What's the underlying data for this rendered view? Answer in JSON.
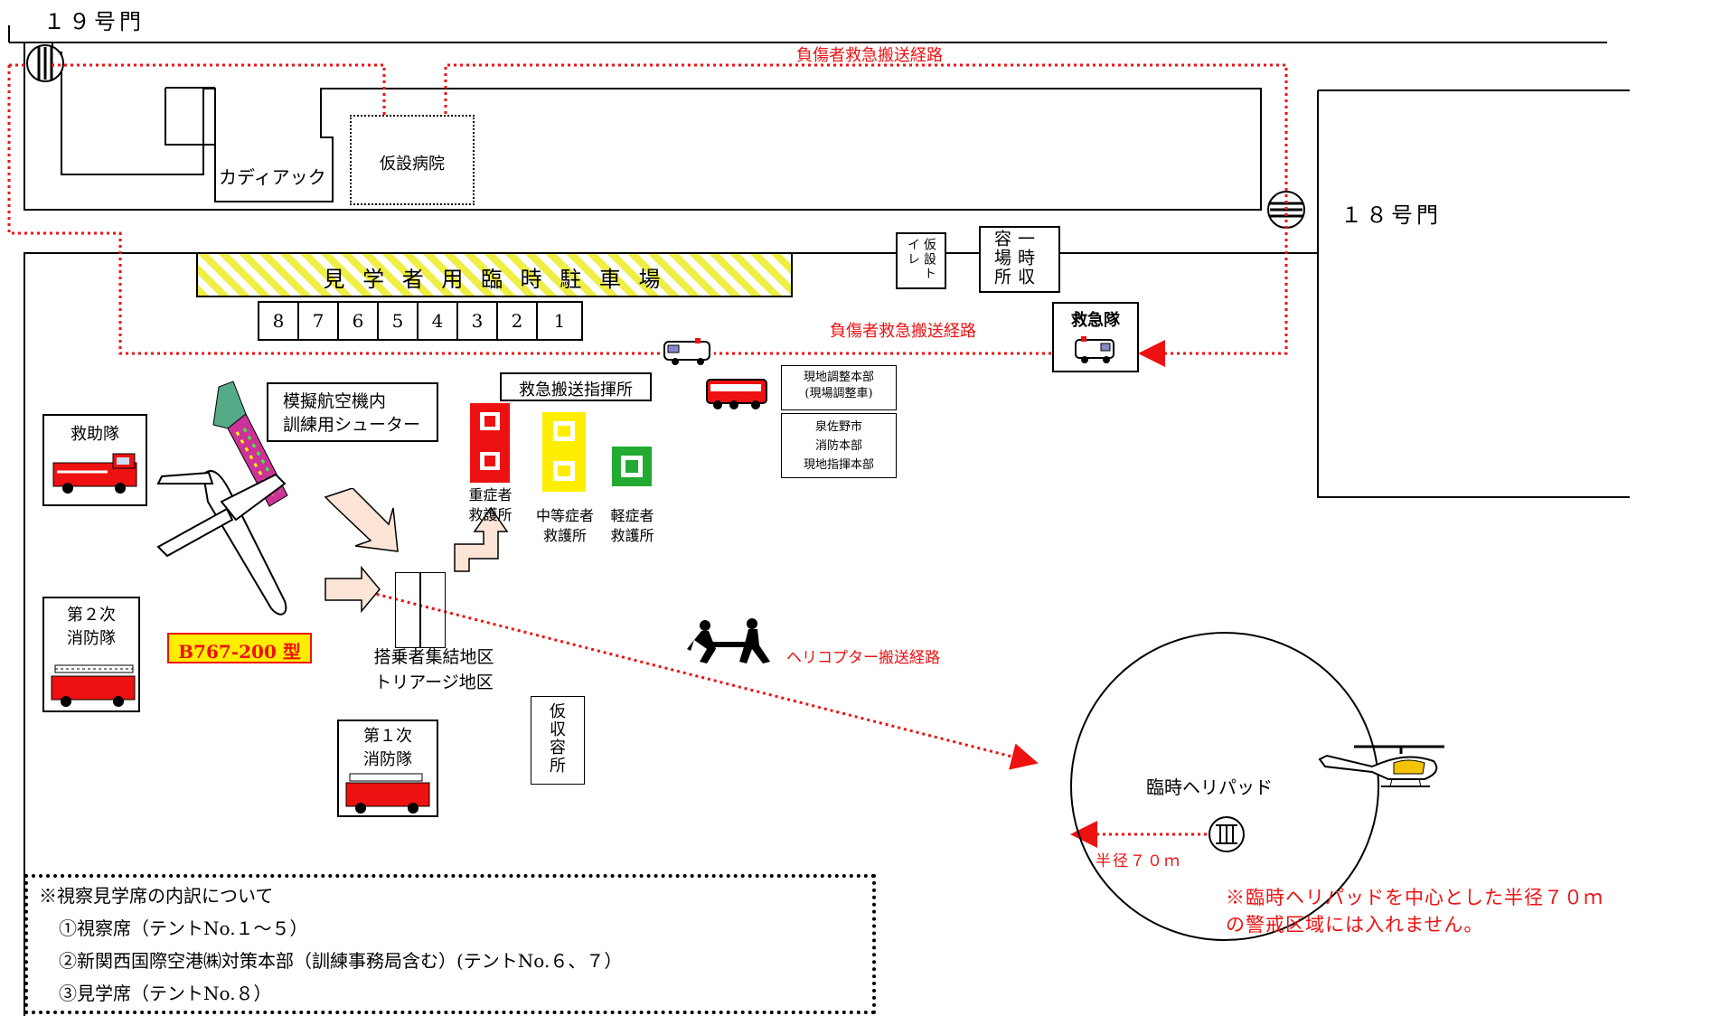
{
  "gates": {
    "gate19": "１９号門",
    "gate18": "１８号門"
  },
  "routes": {
    "ambulance_top": "負傷者救急搬送経路",
    "ambulance_mid": "負傷者救急搬送経路",
    "helicopter": "ヘリコプター搬送経路"
  },
  "buildings": {
    "cadiac": "カディアック",
    "temp_hospital": "仮設病院",
    "temp_toilet": "仮設トイレ",
    "temp_storage_top": "一時収容場所",
    "temp_storage_field": "仮収容所",
    "rescue_team_top": "救急隊"
  },
  "parking": {
    "title": "見 学 者 用 臨 時 駐 車 場",
    "spaces": [
      "8",
      "7",
      "6",
      "5",
      "4",
      "3",
      "2",
      "1"
    ]
  },
  "field": {
    "ambulance_hq": "救急搬送指揮所",
    "onsite_hq": "現地調整本部\n(現場調整車)",
    "fire_hq": "泉佐野市\n消防本部\n現地指揮本部",
    "chute_label": "模擬航空機内\n訓練用シューター",
    "rescue": "救助隊",
    "second_fire": "第２次\n消防隊",
    "first_fire": "第１次\n消防隊",
    "aircraft_label": "B767-200 型",
    "triage": "搭乗者集結地区\nトリアージ地区",
    "severe": "重症者\n救護所",
    "moderate": "中等症者\n救護所",
    "minor": "軽症者\n救護所"
  },
  "heliport": {
    "label": "臨時ヘリパッド",
    "radius": "半径７０ｍ",
    "warning": "※臨時ヘリパッドを中心とした半径７０ｍ\nの警戒区域には入れません。"
  },
  "notes": {
    "title": "※視察見学席の内訳について",
    "items": [
      "①視察席（テントNo.１～５）",
      "②新関西国際空港㈱対策本部（訓練事務局含む）(テントNo.６、７）",
      "③見学席（テントNo.８）"
    ]
  },
  "colors": {
    "severe": "#ee1111",
    "moderate": "#ffee00",
    "minor": "#22aa33",
    "route": "#ee1111",
    "parking_stripe": "#eeee44"
  }
}
